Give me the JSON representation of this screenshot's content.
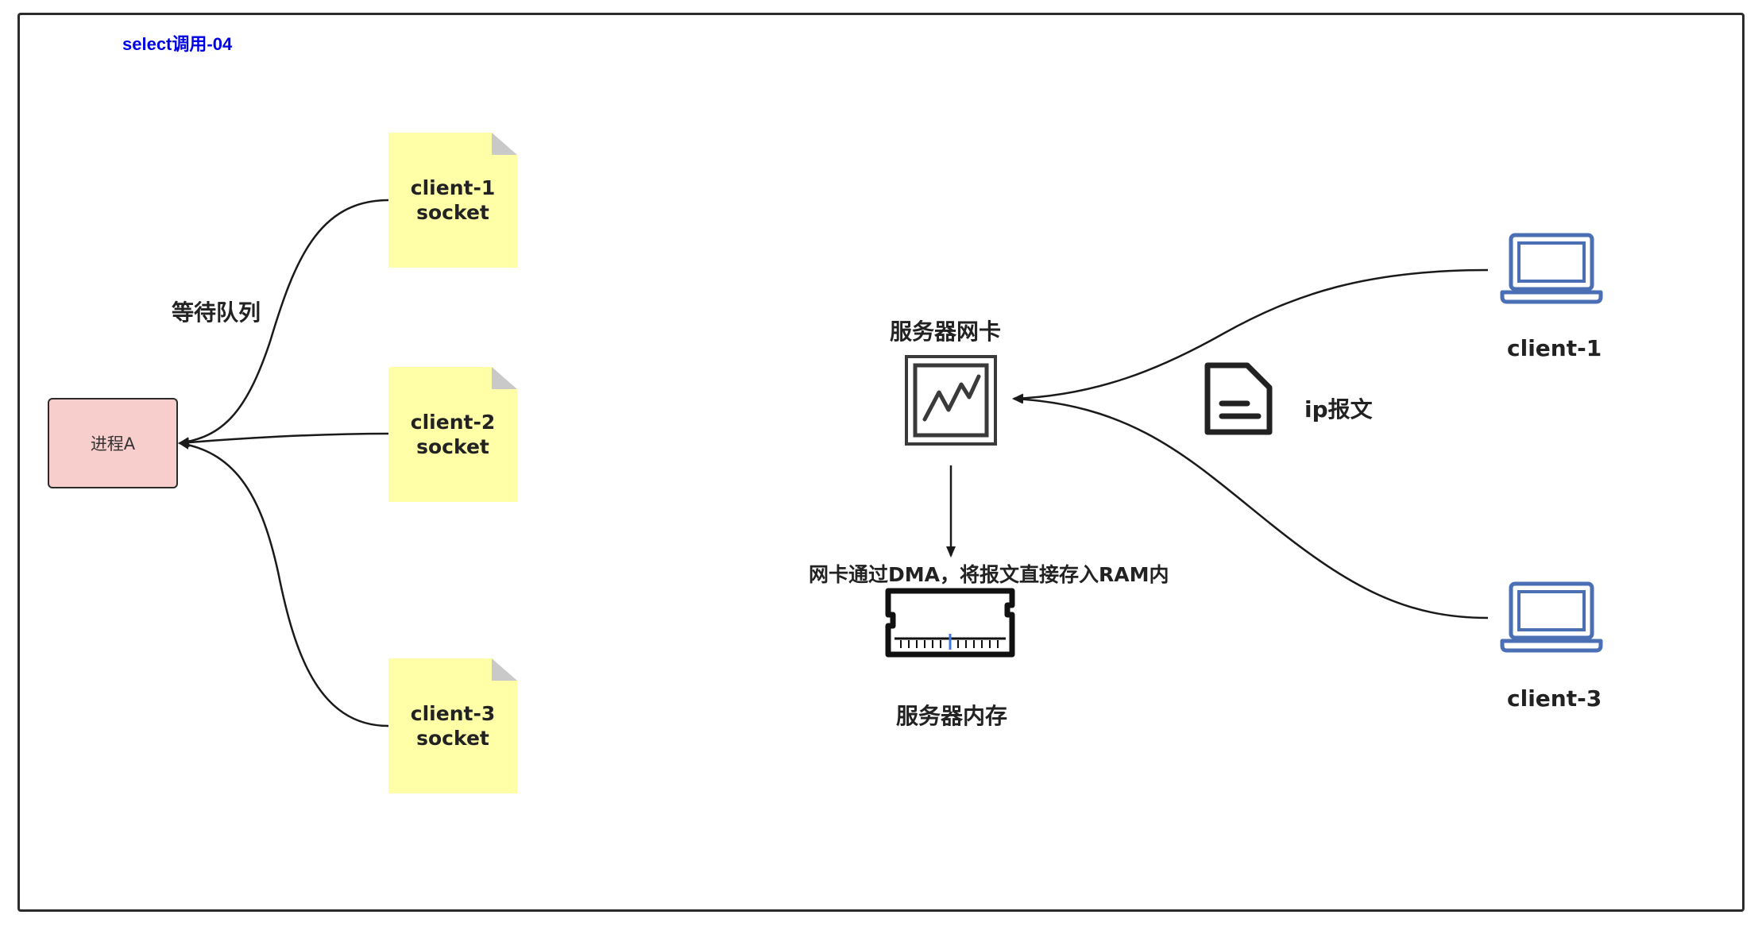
{
  "diagram": {
    "title": "select调用-04",
    "process": {
      "label": "进程A"
    },
    "wait_queue_label": "等待队列",
    "sockets": [
      {
        "line1": "client-1",
        "line2": "socket"
      },
      {
        "line1": "client-2",
        "line2": "socket"
      },
      {
        "line1": "client-3",
        "line2": "socket"
      }
    ],
    "nic_label": "服务器网卡",
    "dma_label": "网卡通过DMA，将报文直接存入RAM内",
    "ram_label": "服务器内存",
    "packet_label": "ip报文",
    "clients": [
      {
        "label": "client-1"
      },
      {
        "label": "client-3"
      }
    ],
    "colors": {
      "title": "#0000e6",
      "note_fill": "#ffffa8",
      "process_fill": "#f8cecc",
      "laptop": "#4a6fb5",
      "line": "#1a1a1a"
    }
  }
}
